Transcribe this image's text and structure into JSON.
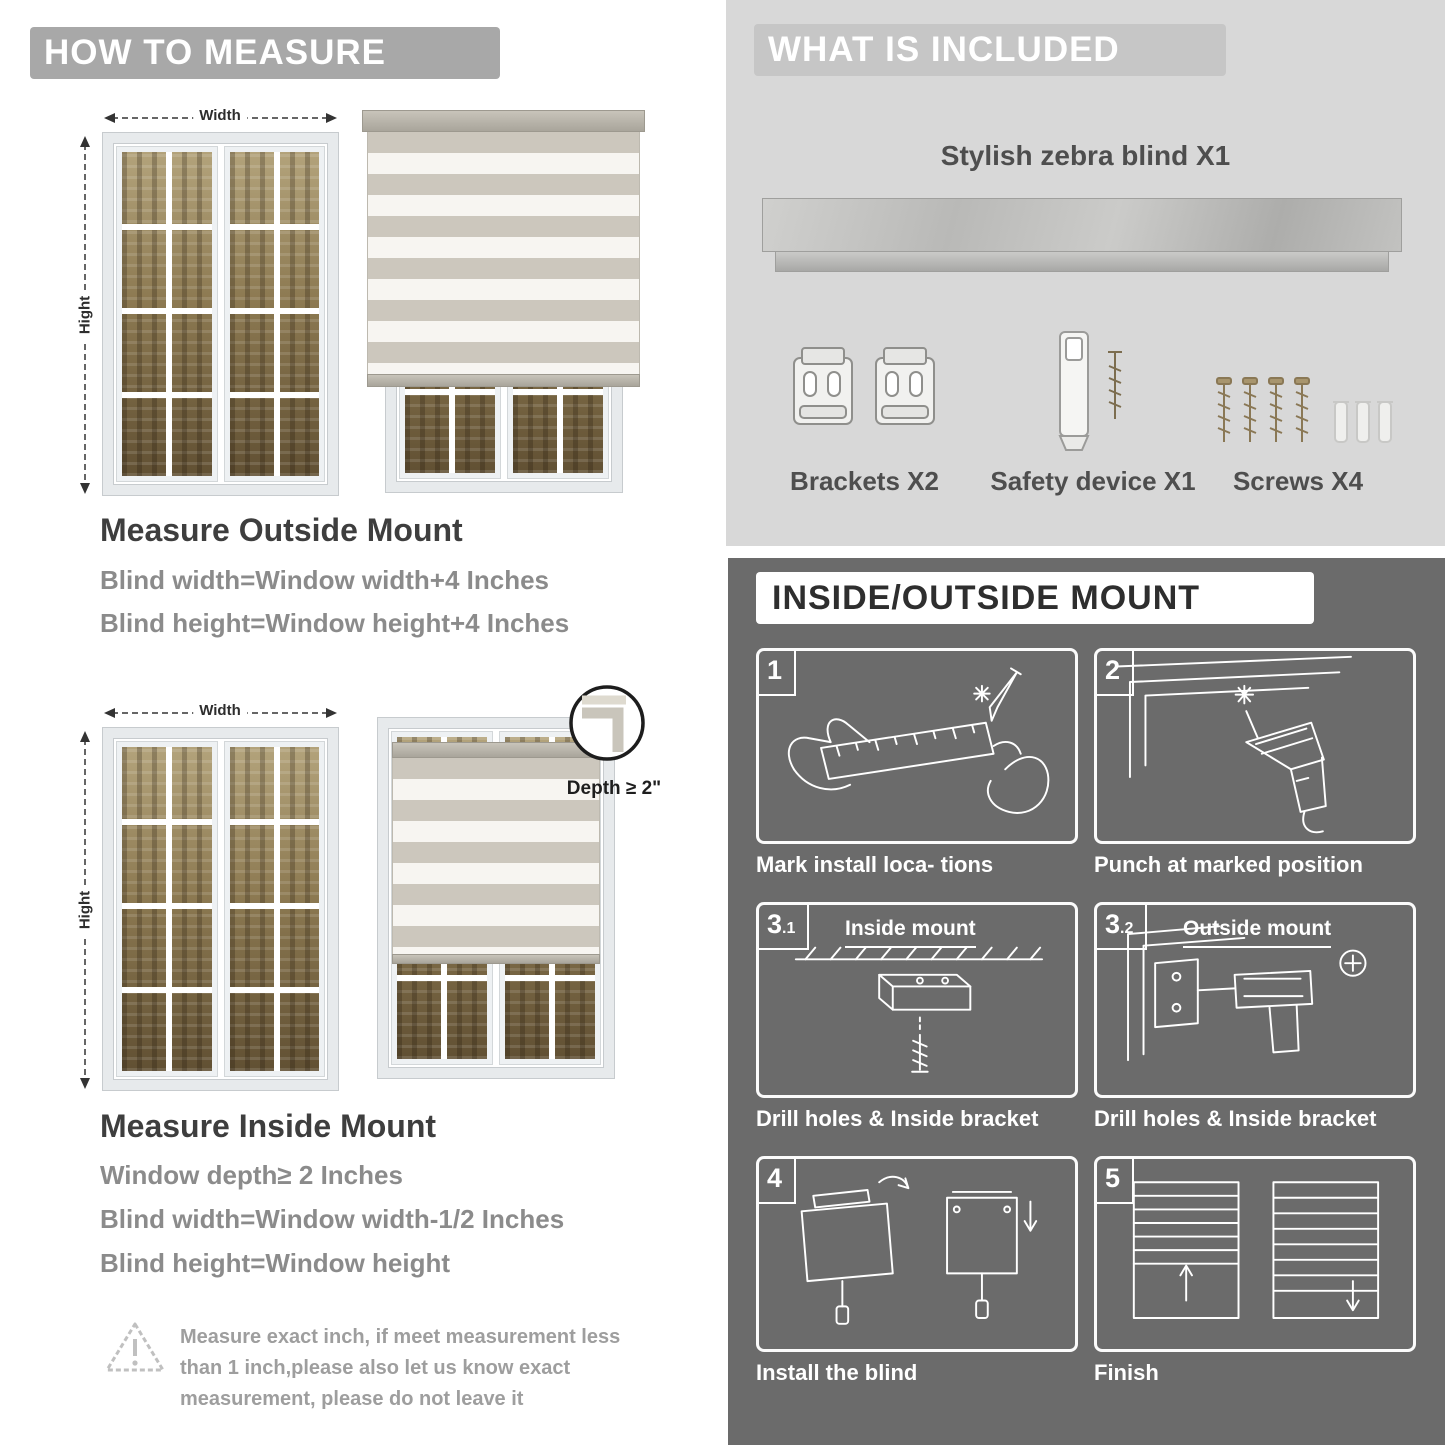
{
  "left": {
    "banner": "HOW TO MEASURE",
    "outside": {
      "width_label": "Width",
      "height_label": "Hight",
      "heading": "Measure Outside Mount",
      "line1": "Blind width=Window width+4 Inches",
      "line2": "Blind height=Window height+4 Inches"
    },
    "inside": {
      "width_label": "Width",
      "height_label": "Hight",
      "depth_label": "Depth ≥ 2\"",
      "heading": "Measure Inside Mount",
      "line1": "Window depth≥ 2 Inches",
      "line2": "Blind width=Window width-1/2 Inches",
      "line3": "Blind height=Window height"
    },
    "warning": "Measure exact inch, if meet measurement less than 1 inch,please also let us know exact measurement, please do not leave it"
  },
  "right": {
    "included": {
      "banner": "WHAT IS INCLUDED",
      "product": "Stylish zebra blind X1",
      "labels": [
        "Brackets X2",
        "Safety device X1",
        "Screws X4"
      ]
    },
    "mount": {
      "banner": "INSIDE/OUTSIDE MOUNT",
      "steps": [
        {
          "num": "1",
          "sub": "",
          "title": "",
          "caption": "Mark install loca- tions"
        },
        {
          "num": "2",
          "sub": "",
          "title": "",
          "caption": "Punch at  marked position"
        },
        {
          "num": "3",
          "sub": ".1",
          "title": "Inside mount",
          "caption": "Drill holes &  Inside bracket"
        },
        {
          "num": "3",
          "sub": ".2",
          "title": "Outside mount",
          "caption": "Drill holes &  Inside bracket"
        },
        {
          "num": "4",
          "sub": "",
          "title": "",
          "caption": "Install the blind"
        },
        {
          "num": "5",
          "sub": "",
          "title": "",
          "caption": "Finish"
        }
      ]
    }
  },
  "colors": {
    "banner_gray": "#a8a8a8",
    "light_section": "#d8d8d8",
    "dark_section": "#6b6b6b",
    "heading_dark": "#3e3e3e",
    "body_gray": "#8b8b8b",
    "stripe_gray": "#ccc7bd",
    "stripe_sheer": "#f7f5f1"
  }
}
